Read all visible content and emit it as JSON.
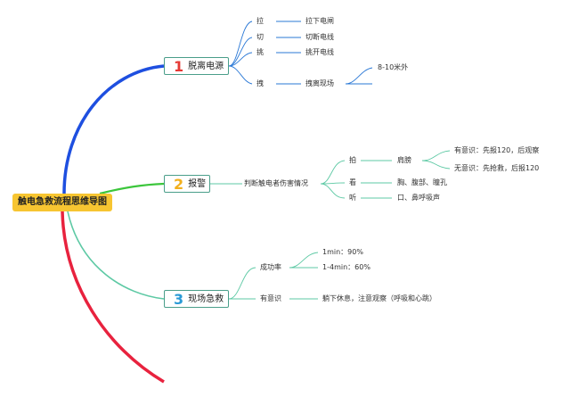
{
  "root": "触电急救流程思维导图",
  "branches": [
    {
      "num": "1",
      "label": "脱离电源",
      "children": [
        {
          "label": "拉",
          "detail": "拉下电闸"
        },
        {
          "label": "切",
          "detail": "切断电线"
        },
        {
          "label": "挑",
          "detail": "挑开电线"
        },
        {
          "label": "拽",
          "detail": "拽离现场",
          "extra": "8-10米外"
        }
      ]
    },
    {
      "num": "2",
      "label": "报警",
      "sub": "判断触电者伤害情况",
      "children": [
        {
          "label": "拍",
          "detail": "肩膀",
          "outcomes": [
            "有意识：先报120，后观察",
            "无意识：先抢救，后报120"
          ]
        },
        {
          "label": "看",
          "detail": "胸、腹部、瞳孔"
        },
        {
          "label": "听",
          "detail": "口、鼻呼吸声"
        }
      ]
    },
    {
      "num": "3",
      "label": "现场急救",
      "children": [
        {
          "label": "成功率",
          "items": [
            "1min：90%",
            "1-4min：60%"
          ]
        },
        {
          "label": "有意识",
          "items": [
            "躺下休息，注意观察（呼吸和心跳）"
          ]
        }
      ]
    }
  ],
  "colors": {
    "root_fill": "#f7c531",
    "branch_blue": "#1e4fe0",
    "branch_green": "#3cc63c",
    "branch_teal": "#5dc9a4",
    "branch_red": "#e8223e",
    "sub_lines": "#2a78d6",
    "num1": "#e53935",
    "num2": "#f2b01e",
    "num3": "#2a9ad6"
  }
}
